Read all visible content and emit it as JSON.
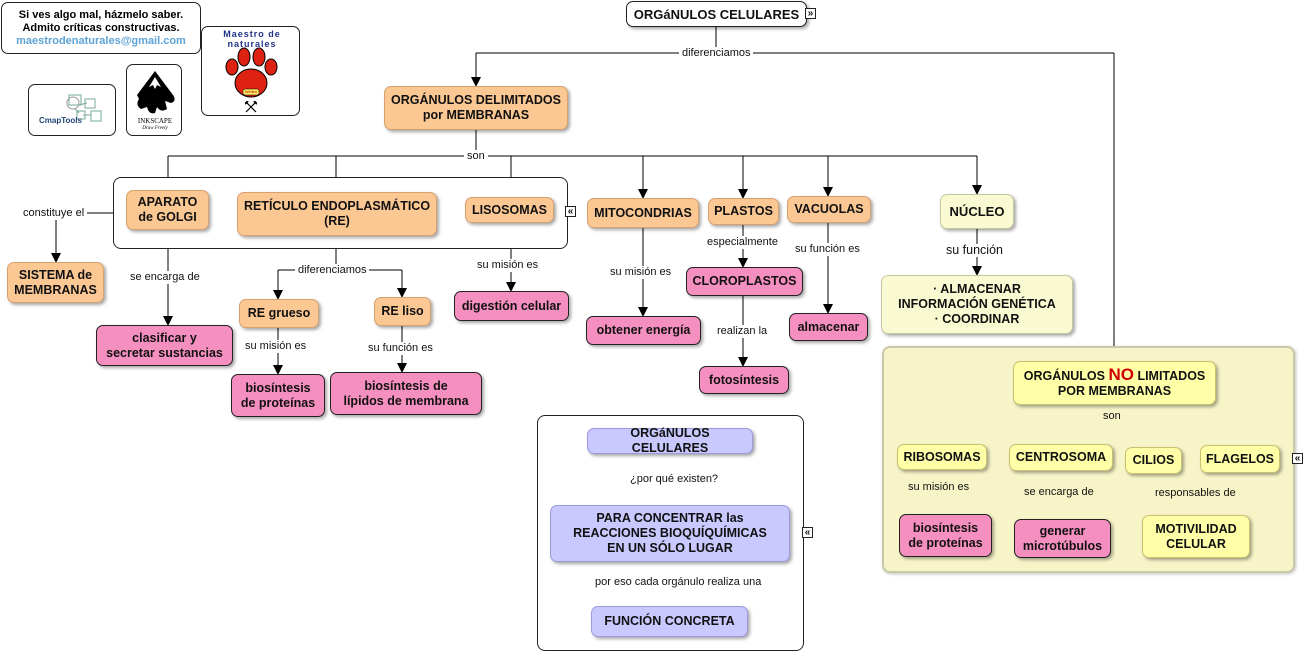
{
  "credits": {
    "line1": "Si ves algo mal, házmelo saber.",
    "line2": "Admito críticas constructivas.",
    "email": "maestrodenaturales@gmail.com"
  },
  "logos": {
    "cmaptools": "CmapTools",
    "inkscape": "INKSCAPE",
    "inkscape_tagline": "Draw Freely",
    "maestro": "Maestro de naturales",
    "maestro_badge": "Wellen"
  },
  "icons": [
    "expand-collapse-icon",
    "paw-print-icon",
    "crossed-hammers-icon"
  ],
  "colors": {
    "orange": "#fbc894",
    "pink": "#f58fc0",
    "yellow": "#ffffa8",
    "lavender": "#c9c9ff",
    "red": "#d00000"
  },
  "nodes": {
    "root": "ORGáNULOS CELULARES",
    "delimitados": [
      "ORGÁNULOS DELIMITADOS",
      "por MEMBRANAS"
    ],
    "golgi": [
      "APARATO",
      "de GOLGI"
    ],
    "re": [
      "RETÍCULO ENDOPLASMÁTICO",
      "(RE)"
    ],
    "lisosomas": "LISOSOMAS",
    "mitocondrias": "MITOCONDRIAS",
    "plastos": "PLASTOS",
    "vacuolas": "VACUOLAS",
    "nucleo": "NÚCLEO",
    "sistema": [
      "SISTEMA de",
      "MEMBRANAS"
    ],
    "clasificar": [
      "clasificar y",
      "secretar sustancias"
    ],
    "re_grueso": "RE grueso",
    "re_liso": "RE liso",
    "biosintesis_prot": [
      "biosíntesis",
      "de proteínas"
    ],
    "biosintesis_lip": [
      "biosíntesis de",
      "lípidos de membrana"
    ],
    "digestion": "digestión celular",
    "energia": "obtener energía",
    "cloroplastos": "CLOROPLASTOS",
    "fotosintesis": "fotosíntesis",
    "almacenar": "almacenar",
    "nucleo_funcion": [
      "· ALMACENAR",
      "INFORMACIÓN GENÉTICA",
      "· COORDINAR"
    ],
    "no_limitados_pre": "ORGÁNULOS",
    "no_limitados_no": "NO",
    "no_limitados_post": "LIMITADOS",
    "no_limitados_line2": "POR MEMBRANAS",
    "ribosomas": "RIBOSOMAS",
    "centrosoma": "CENTROSOMA",
    "cilios": "CILIOS",
    "flagelos": "FLAGELOS",
    "ribo_biosintesis": [
      "biosíntesis",
      "de proteínas"
    ],
    "microtubulos": [
      "generar",
      "microtúbulos"
    ],
    "motilidad": [
      "MOTIVILIDAD",
      "CELULAR"
    ],
    "org_cel_2": "ORGáNULOS CELULARES",
    "concentrar": [
      "PARA CONCENTRAR las",
      "REACCIONES BIOQUÍQUÍMICAS",
      "EN UN SÓLO LUGAR"
    ],
    "funcion_concreta": "FUNCIÓN CONCRETA"
  },
  "links": {
    "diferenciamos": "diferenciamos",
    "son": "son",
    "constituye_el": "constituye el",
    "se_encarga_de": "se encarga de",
    "diferenciamos_re": "diferenciamos",
    "su_mision_es_grueso": "su misión es",
    "su_funcion_es_liso": "su función es",
    "su_mision_es_lisosomas": "su misión es",
    "su_mision_es_mito": "su misión es",
    "especialmente": "especialmente",
    "realizan_la": "realizan la",
    "su_funcion_es_vac": "su función es",
    "su_funcion_nucleo": "su función",
    "son_no": "son",
    "su_mision_es_ribo": "su misión es",
    "se_encarga_de_centro": "se encarga de",
    "responsables_de": "responsables de",
    "por_que_existen": "¿por qué existen?",
    "por_eso": "por eso cada orgánulo realiza una"
  }
}
